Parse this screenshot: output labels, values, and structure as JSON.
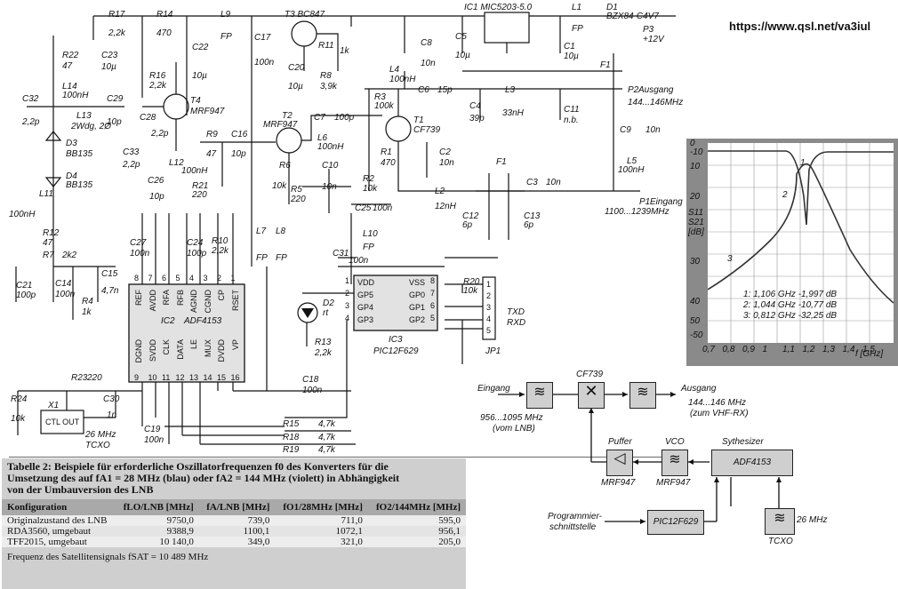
{
  "website": "https://www.qsl.net/va3iul",
  "schematic": {
    "labels": [
      [
        "R17",
        122,
        11
      ],
      [
        "2,2k",
        122,
        32
      ],
      [
        "R14",
        176,
        11
      ],
      [
        "470",
        176,
        32
      ],
      [
        "L9",
        248,
        11
      ],
      [
        "FP",
        248,
        36
      ],
      [
        "T3 BC847",
        320,
        11
      ],
      [
        "IC1 MIC5203-5.0",
        522,
        3
      ],
      [
        "L1",
        643,
        3
      ],
      [
        "FP",
        643,
        27
      ],
      [
        "D1",
        682,
        3
      ],
      [
        "BZX84-C4V7",
        682,
        13
      ],
      [
        "P3",
        723,
        28
      ],
      [
        "+12V",
        723,
        39
      ],
      [
        "C17",
        286,
        37
      ],
      [
        "100n",
        286,
        65
      ],
      [
        "C23",
        114,
        57
      ],
      [
        "10µ",
        114,
        70
      ],
      [
        "C22",
        216,
        48
      ],
      [
        "10µ",
        216,
        80
      ],
      [
        "R11",
        358,
        46
      ],
      [
        "1k",
        382,
        52
      ],
      [
        "C20",
        324,
        71
      ],
      [
        "10µ",
        324,
        92
      ],
      [
        "R8",
        360,
        80
      ],
      [
        "3,9k",
        360,
        92
      ],
      [
        "C8",
        473,
        43
      ],
      [
        "10n",
        473,
        66
      ],
      [
        "C5",
        512,
        36
      ],
      [
        "10µ",
        512,
        57
      ],
      [
        "C1",
        634,
        47
      ],
      [
        "10µ",
        634,
        58
      ],
      [
        "F1",
        675,
        68
      ],
      [
        "R22",
        70,
        57
      ],
      [
        "47",
        70,
        69
      ],
      [
        "L14",
        70,
        92
      ],
      [
        "100nH",
        70,
        102
      ],
      [
        "R16",
        168,
        80
      ],
      [
        "2,2k",
        168,
        91
      ],
      [
        "C32",
        25,
        106
      ],
      [
        "2,2p",
        25,
        132
      ],
      [
        "C29",
        120,
        106
      ],
      [
        "10p",
        120,
        132
      ],
      [
        "L13",
        86,
        125
      ],
      [
        "2Wdg, 2Ø",
        80,
        137
      ],
      [
        "T4",
        214,
        108
      ],
      [
        "MRF947",
        214,
        120
      ],
      [
        "C28",
        157,
        127
      ],
      [
        "2,2p",
        170,
        145
      ],
      [
        "L4",
        438,
        73
      ],
      [
        "100nH",
        438,
        84
      ],
      [
        "C6",
        470,
        96
      ],
      [
        "15p",
        492,
        96
      ],
      [
        "L3",
        568,
        96
      ],
      [
        "33nH",
        565,
        122
      ],
      [
        "P2",
        706,
        96
      ],
      [
        "Ausgang",
        718,
        96
      ],
      [
        "144...146MHz",
        706,
        110
      ],
      [
        "R3",
        421,
        104
      ],
      [
        "100k",
        421,
        114
      ],
      [
        "C4",
        528,
        114
      ],
      [
        "39p",
        528,
        128
      ],
      [
        "C11",
        634,
        118
      ],
      [
        "n.b.",
        634,
        130
      ],
      [
        "T2",
        317,
        125
      ],
      [
        "MRF947",
        296,
        135
      ],
      [
        "C7",
        353,
        127
      ],
      [
        "100p",
        376,
        127
      ],
      [
        "T1",
        465,
        130
      ],
      [
        "CF739",
        465,
        141
      ],
      [
        "C9",
        697,
        141
      ],
      [
        "10n",
        726,
        141
      ],
      [
        "D3",
        74,
        156
      ],
      [
        "BB135",
        74,
        168
      ],
      [
        "R9",
        232,
        146
      ],
      [
        "47",
        232,
        168
      ],
      [
        "C16",
        260,
        146
      ],
      [
        "10p",
        260,
        168
      ],
      [
        "L6",
        357,
        150
      ],
      [
        "100nH",
        357,
        160
      ],
      [
        "C33",
        138,
        166
      ],
      [
        "2,2p",
        138,
        180
      ],
      [
        "L12",
        190,
        178
      ],
      [
        "100nH",
        204,
        187
      ],
      [
        "R1",
        428,
        166
      ],
      [
        "470",
        428,
        178
      ],
      [
        "C2",
        494,
        166
      ],
      [
        "10n",
        494,
        178
      ],
      [
        "L5",
        705,
        176
      ],
      [
        "100nH",
        695,
        186
      ],
      [
        "F1",
        558,
        177
      ],
      [
        "D4",
        74,
        193
      ],
      [
        "BB135",
        74,
        203
      ],
      [
        "C26",
        166,
        198
      ],
      [
        "10p",
        168,
        216
      ],
      [
        "R21",
        216,
        204
      ],
      [
        "220",
        216,
        214
      ],
      [
        "R6",
        314,
        181
      ],
      [
        "10k",
        306,
        204
      ],
      [
        "C10",
        362,
        181
      ],
      [
        "10n",
        362,
        205
      ],
      [
        "R5",
        327,
        208
      ],
      [
        "220",
        327,
        219
      ],
      [
        "R2",
        408,
        196
      ],
      [
        "10k",
        408,
        207
      ],
      [
        "C3",
        592,
        200
      ],
      [
        "10n",
        614,
        200
      ],
      [
        "P1",
        719,
        222
      ],
      [
        "Eingang",
        731,
        222
      ],
      [
        "1100...1239MHz",
        680,
        233
      ],
      [
        "L11",
        44,
        213
      ],
      [
        "100nH",
        10,
        236
      ],
      [
        "L2",
        489,
        210
      ],
      [
        "12nH",
        489,
        227
      ],
      [
        "C25",
        399,
        229
      ],
      [
        "100n",
        419,
        229
      ],
      [
        "C12",
        520,
        238
      ],
      [
        "6p",
        520,
        248
      ],
      [
        "C13",
        589,
        238
      ],
      [
        "6p",
        589,
        248
      ],
      [
        "R12",
        48,
        257
      ],
      [
        "47",
        48,
        268
      ],
      [
        "R10",
        238,
        266
      ],
      [
        "2,2k",
        238,
        277
      ],
      [
        "L7",
        288,
        255
      ],
      [
        "FP",
        288,
        285
      ],
      [
        "L8",
        310,
        255
      ],
      [
        "FP",
        310,
        285
      ],
      [
        "L10",
        408,
        258
      ],
      [
        "FP",
        408,
        273
      ],
      [
        "C27",
        146,
        268
      ],
      [
        "100n",
        146,
        280
      ],
      [
        "C24",
        210,
        268
      ],
      [
        "100p",
        210,
        280
      ],
      [
        "R7",
        48,
        282
      ],
      [
        "2k2",
        70,
        282
      ],
      [
        "C31",
        374,
        280
      ],
      [
        "100n",
        392,
        288
      ],
      [
        "C15",
        114,
        303
      ],
      [
        "4,7n",
        114,
        322
      ],
      [
        "C21",
        18,
        316
      ],
      [
        "100p",
        18,
        327
      ],
      [
        "C14",
        62,
        314
      ],
      [
        "100n",
        62,
        326
      ],
      [
        "R4",
        92,
        334
      ],
      [
        "1k",
        92,
        346
      ],
      [
        "R20",
        521,
        312
      ],
      [
        "10k",
        521,
        322
      ],
      [
        "D2",
        363,
        336
      ],
      [
        "rt",
        363,
        347
      ],
      [
        "TXD",
        570,
        346
      ],
      [
        "RXD",
        570,
        358
      ],
      [
        "R13",
        354,
        380
      ],
      [
        "2,2k",
        354,
        392
      ],
      [
        "IC3",
        437,
        377
      ],
      [
        "PIC12F629",
        420,
        390
      ],
      [
        "JP1",
        546,
        390
      ],
      [
        "R23",
        80,
        420
      ],
      [
        "220",
        98,
        420
      ],
      [
        "C18",
        340,
        422
      ],
      [
        "100n",
        340,
        434
      ],
      [
        "R24",
        12,
        444
      ],
      [
        "10k",
        12,
        466
      ],
      [
        "X1",
        54,
        451
      ],
      [
        "C30",
        116,
        444
      ],
      [
        "1n",
        120,
        462
      ],
      [
        "26 MHz",
        96,
        484
      ],
      [
        "TCXO",
        96,
        496
      ],
      [
        "C19",
        162,
        478
      ],
      [
        "100n",
        162,
        490
      ],
      [
        "R15",
        318,
        472
      ],
      [
        "4,7k",
        358,
        472
      ],
      [
        "R18",
        318,
        487
      ],
      [
        "4,7k",
        358,
        487
      ],
      [
        "R19",
        318,
        501
      ],
      [
        "4,7k",
        358,
        501
      ]
    ],
    "ic2": {
      "title": "IC2",
      "part": "ADF4153",
      "top_pins": [
        "REF",
        "AVDD",
        "RFA",
        "RFB",
        "AGND",
        "CGND",
        "CP",
        "RSET"
      ],
      "top_pin_numbers": [
        "8",
        "7",
        "6",
        "5",
        "4",
        "3",
        "2",
        "1"
      ],
      "bottom_pins": [
        "DGND",
        "SVDD",
        "CLK",
        "DATA",
        "LE",
        "MUX",
        "DVDD",
        "VP"
      ],
      "bottom_pin_numbers": [
        "9",
        "10",
        "11",
        "12",
        "13",
        "14",
        "15",
        "16"
      ]
    },
    "ic3": {
      "left_pins": [
        "VDD",
        "GP5",
        "GP4",
        "GP3"
      ],
      "left_pin_numbers": [
        "1",
        "2",
        "3",
        "4"
      ],
      "right_pins": [
        "VSS",
        "GP0",
        "GP1",
        "GP2"
      ],
      "right_pin_numbers": [
        "8",
        "7",
        "6",
        "5"
      ]
    },
    "x1_label": "CTL OUT",
    "jp1_pins": [
      "1",
      "2",
      "3",
      "4",
      "5"
    ]
  },
  "graph": {
    "y_ticks": [
      "0",
      "-10",
      "10",
      "20",
      "30",
      "40",
      "50",
      "-50"
    ],
    "y_label_lines": [
      "S11",
      "S21",
      "[dB]"
    ],
    "x_ticks": [
      "0,7",
      "0,8",
      "0,9",
      "1",
      "1,1",
      "1,2",
      "1,3",
      "1,4",
      "1,5"
    ],
    "x_unit": "f [GHz]",
    "markers": [
      "1",
      "2",
      "3"
    ],
    "legend": [
      "1: 1,106 GHz -1,997 dB",
      "2: 1,044 GHz -10,77 dB",
      "3: 0,812 GHz -32,25 dB"
    ]
  },
  "block": {
    "cf739": "CF739",
    "eingang": "Eingang",
    "eingang_sub1": "956...1095 MHz",
    "eingang_sub2": "(vom LNB)",
    "ausgang": "Ausgang",
    "ausgang_sub1": "144...146 MHz",
    "ausgang_sub2": "(zum VHF-RX)",
    "puffer": "Puffer",
    "vco": "VCO",
    "synth": "Sythesizer",
    "adf": "ADF4153",
    "mrf1": "MRF947",
    "mrf2": "MRF947",
    "prog1": "Programmier-",
    "prog2": "schnittstelle",
    "pic": "PIC12F629",
    "tcxo_freq": "26 MHz",
    "tcxo": "TCXO",
    "filter_glyph": "≋",
    "buffer_glyph": "◁",
    "mixer_glyph": "✕"
  },
  "table": {
    "caption1": "Tabelle 2: Beispiele für erforderliche Oszillatorfrequenzen f0 des Konverters für die",
    "caption2": "Umsetzung des  auf fA1 = 28 MHz (blau) oder fA2 = 144 MHz (violett) in Abhängigkeit",
    "caption3": "von der Umbauversion des LNB",
    "headers": [
      "Konfiguration",
      "fLO/LNB [MHz]",
      "fA/LNB [MHz]",
      "fO1/28MHz [MHz]",
      "fO2/144MHz [MHz]"
    ],
    "rows": [
      [
        "Originalzustand des LNB",
        "9750,0",
        "739,0",
        "711,0",
        "595,0"
      ],
      [
        "RDA3560, umgebaut",
        "9388,9",
        "1100,1",
        "1072,1",
        "956,1"
      ],
      [
        "TFF2015, umgebaut",
        "10 140,0",
        "349,0",
        "321,0",
        "205,0"
      ]
    ],
    "footer": "Frequenz des Satellitensignals fSAT = 10 489 MHz"
  }
}
